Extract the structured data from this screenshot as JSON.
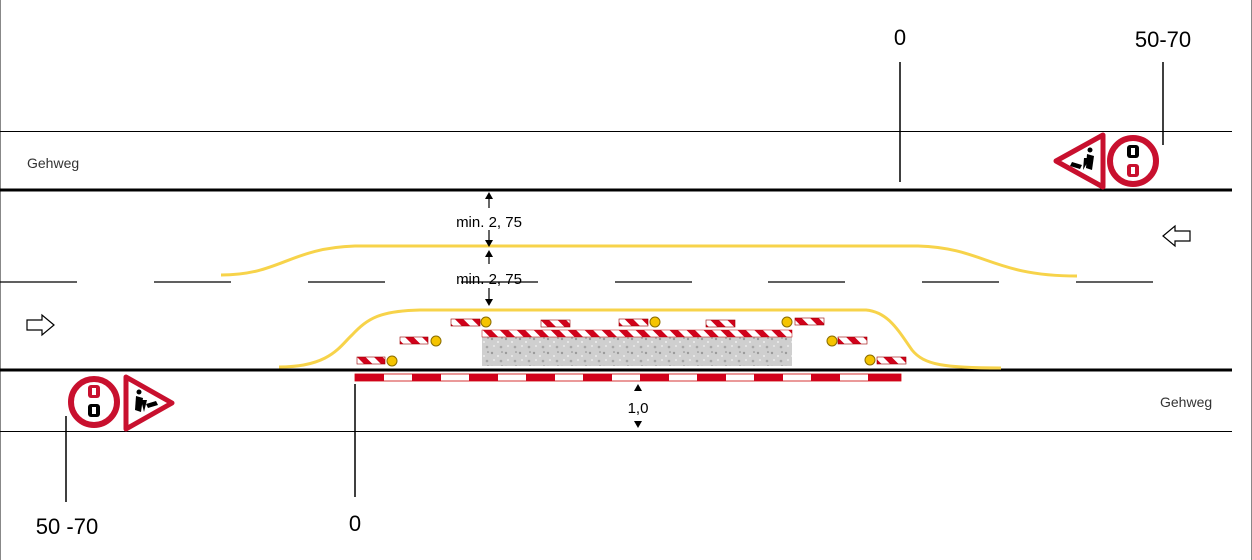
{
  "labels": {
    "sidewalk_top": "Gehweg",
    "sidewalk_bottom": "Gehweg",
    "dim_upper_lane": "min. 2, 75",
    "dim_lower_lane": "min. 2, 75",
    "dim_sidewalk": "1,0",
    "pos_top_zero": "0",
    "pos_top_range": "50-70",
    "pos_bottom_range": "50 -70",
    "pos_bottom_zero": "0"
  },
  "signs": {
    "top": [
      "roadworks-warning-sign",
      "no-overtaking-sign"
    ],
    "bottom": [
      "no-overtaking-sign",
      "roadworks-warning-sign"
    ]
  },
  "colors": {
    "marking_yellow": "#f7d34a",
    "sign_red": "#c8102e",
    "barrier_red": "#d0021b",
    "beacon_yellow": "#f5c400",
    "work_area_gray": "#c9c9c9"
  }
}
